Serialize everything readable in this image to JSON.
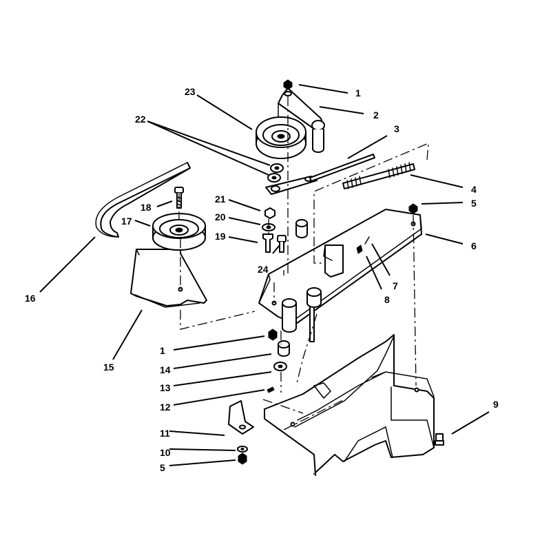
{
  "diagram": {
    "callouts": {
      "c1_top": "1",
      "c2": "2",
      "c3": "3",
      "c4": "4",
      "c5_right": "5",
      "c6": "6",
      "c7": "7",
      "c8": "8",
      "c9": "9",
      "c10": "10",
      "c11": "11",
      "c12": "12",
      "c13": "13",
      "c14": "14",
      "c15": "15",
      "c16": "16",
      "c17": "17",
      "c18": "18",
      "c19": "19",
      "c20": "20",
      "c21": "21",
      "c22": "22",
      "c23": "23",
      "c24": "24",
      "c1_bottom": "1",
      "c5_bottom": "5"
    }
  }
}
